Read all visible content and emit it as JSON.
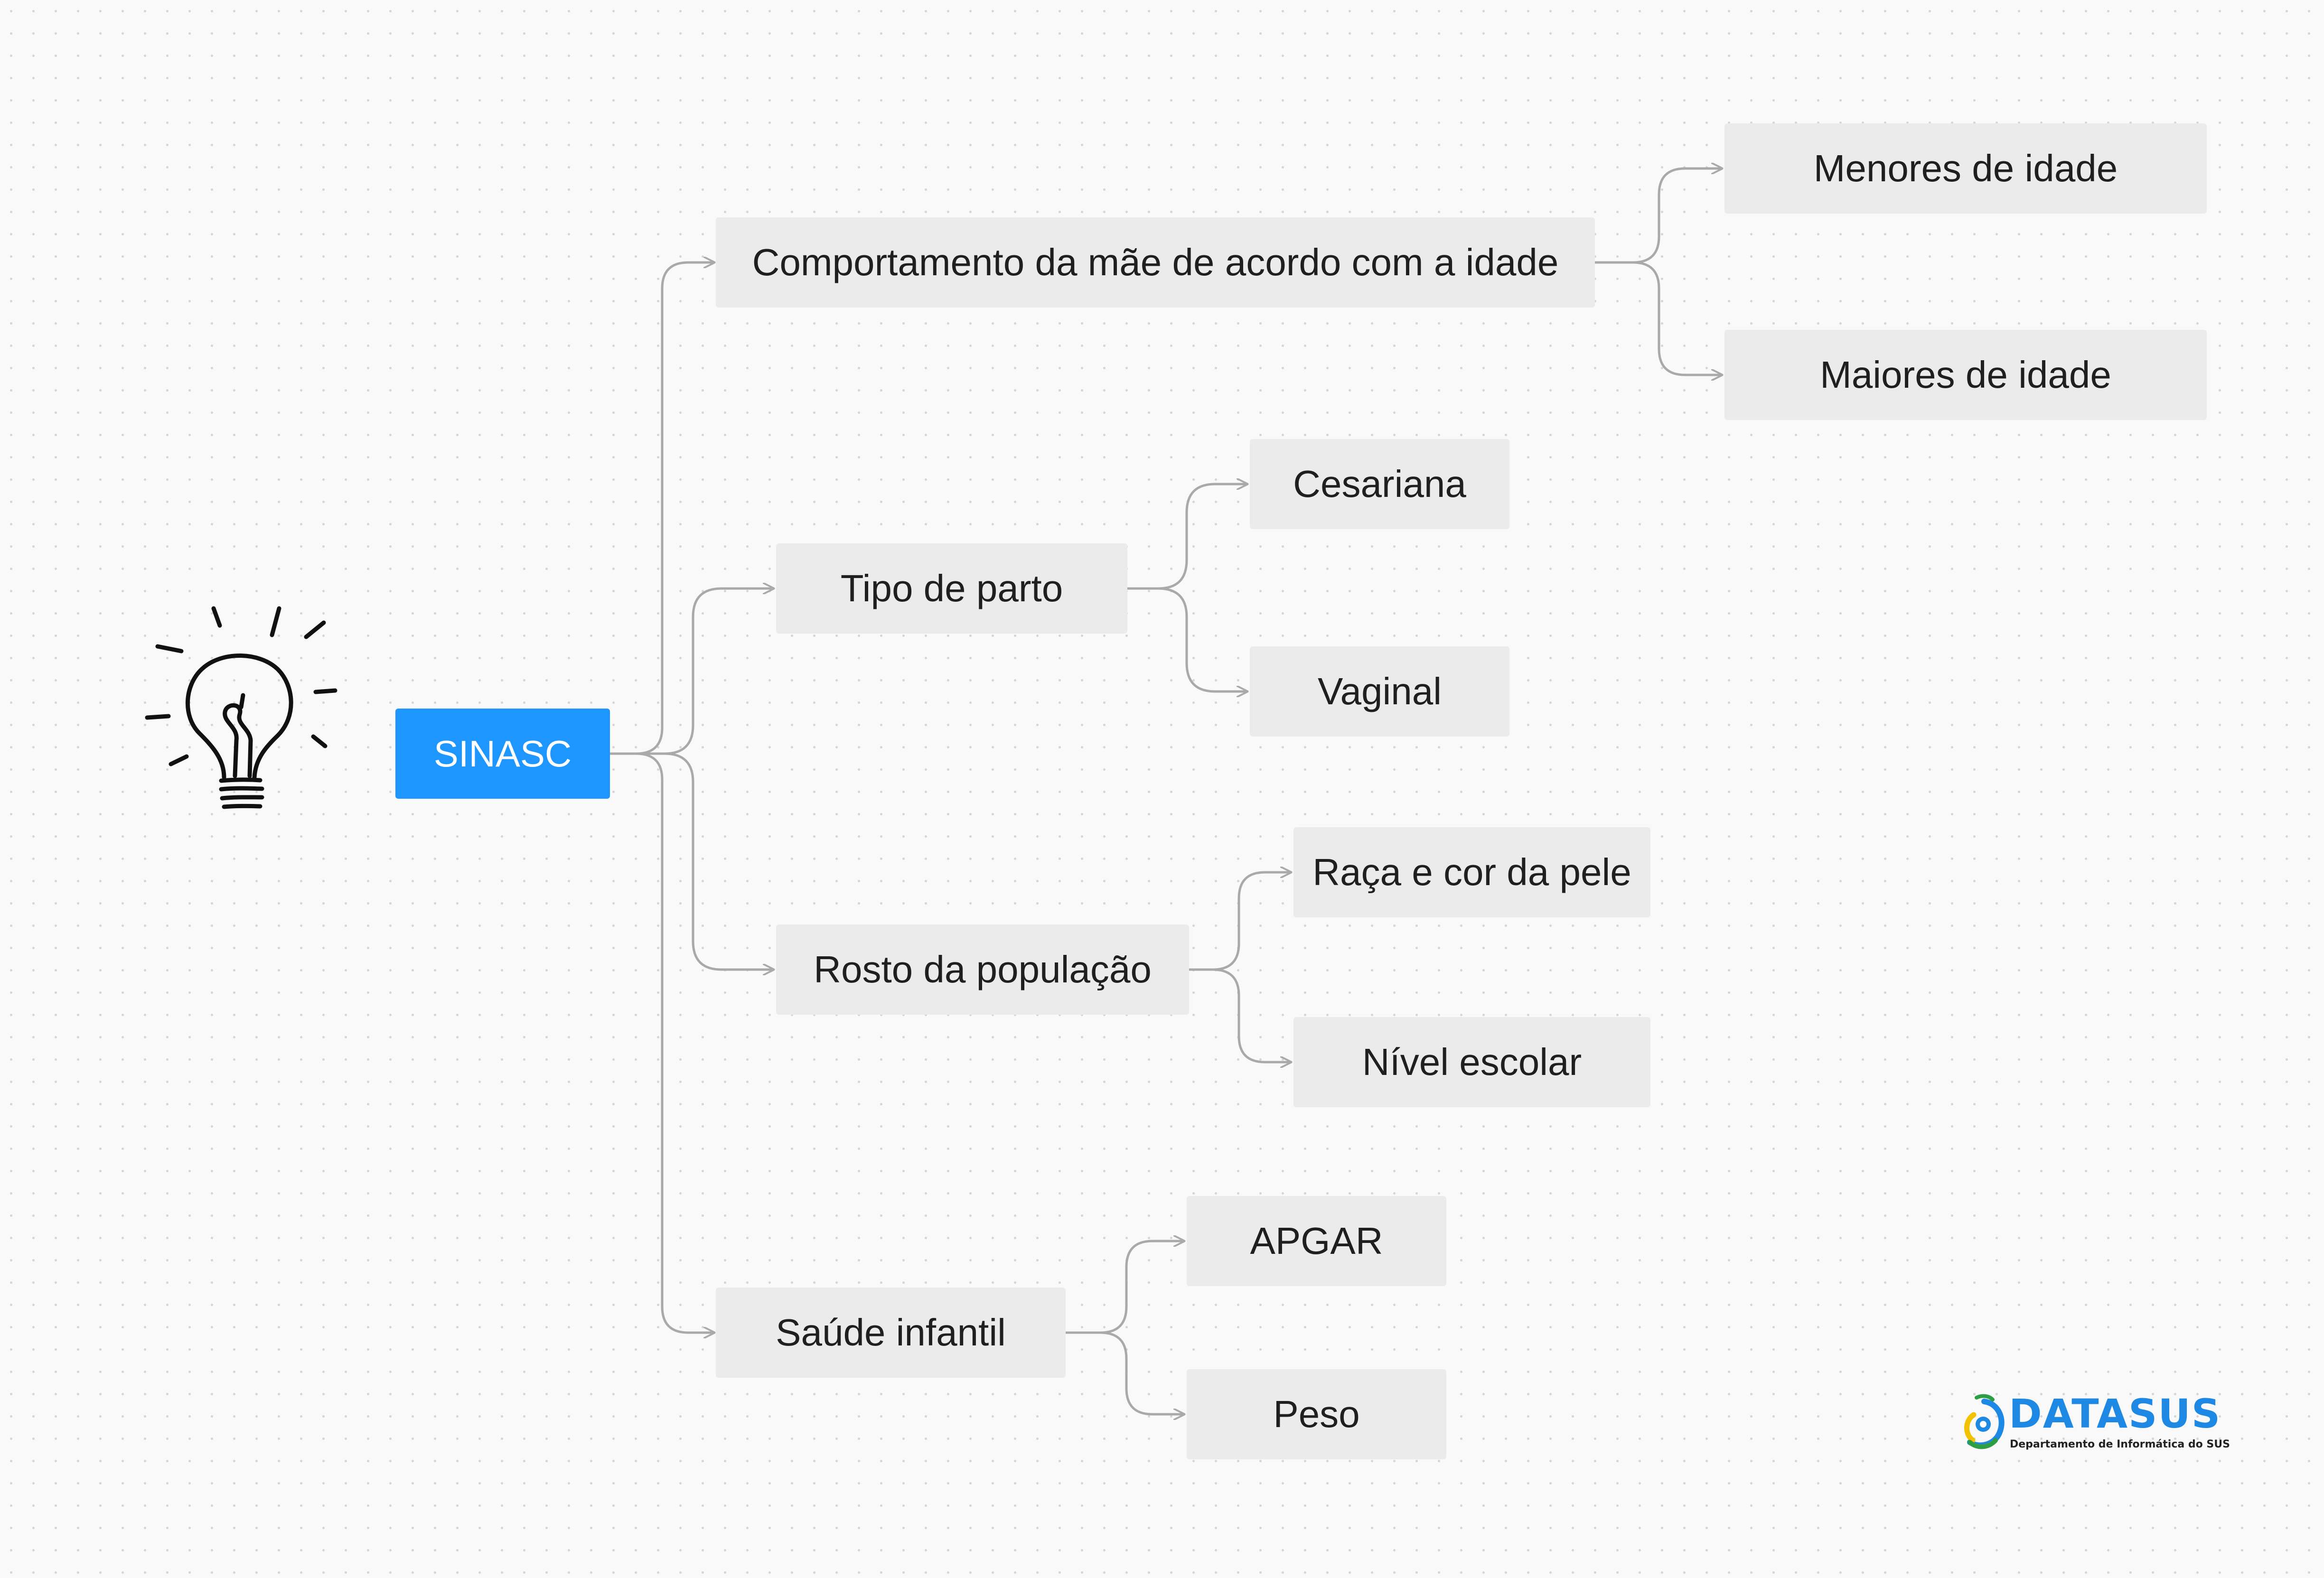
{
  "root": {
    "label": "SINASC"
  },
  "branches": {
    "comportamento": {
      "label": "Comportamento da mãe de acordo com a idade",
      "children": [
        "Menores de idade",
        "Maiores de idade"
      ]
    },
    "tipo_parto": {
      "label": "Tipo de parto",
      "children": [
        "Cesariana",
        "Vaginal"
      ]
    },
    "rosto_populacao": {
      "label": "Rosto da população",
      "children": [
        "Raça e cor da pele",
        "Nível escolar"
      ]
    },
    "saude_infantil": {
      "label": "Saúde infantil",
      "children": [
        "APGAR",
        "Peso"
      ]
    }
  },
  "logo": {
    "title": "DATASUS",
    "subtitle": "Departamento de Informática do SUS"
  },
  "colors": {
    "root": "#1e96ff",
    "node": "#ebebeb",
    "connector": "#a9a9a9",
    "logo": "#1e88e5"
  },
  "icons": [
    "light-bulb-icon",
    "datasus-logo-icon"
  ]
}
